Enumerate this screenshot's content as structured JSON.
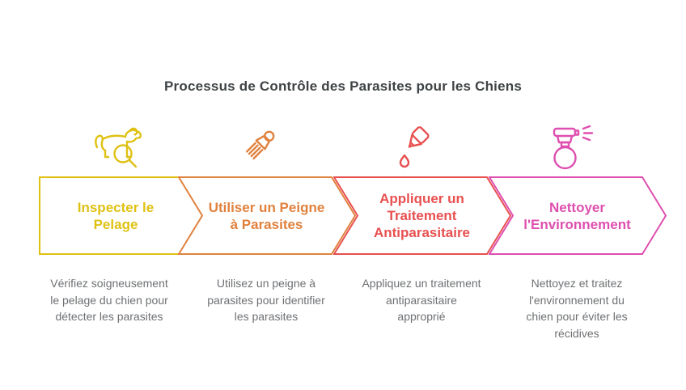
{
  "title": "Processus de Contrôle des Parasites pour les Chiens",
  "colors": {
    "title": "#3F4345",
    "description": "#6E7073",
    "background": "#FFFFFF",
    "step_yellow": "#DFC113",
    "step_orange": "#E0813D",
    "step_red": "#E85050",
    "step_pink": "#DE4FAF"
  },
  "steps": [
    {
      "label": "Inspecter le Pelage",
      "description": "Vérifiez soigneusement le pelage du chien pour détecter les parasites",
      "color": "#DFC113",
      "icon": "dog-with-magnifier-icon"
    },
    {
      "label": "Utiliser un Peigne à Parasites",
      "description": "Utilisez un peigne à parasites pour identifier les parasites",
      "color": "#E0813D",
      "icon": "flea-comb-icon"
    },
    {
      "label": "Appliquer un Traitement Antiparasitaire",
      "description": "Appliquez un traitement antiparasitaire approprié",
      "color": "#E85050",
      "icon": "dropper-bottle-icon"
    },
    {
      "label": "Nettoyer l'Environnement",
      "description": "Nettoyez et traitez l'environnement du chien pour éviter les récidives",
      "color": "#DE4FAF",
      "icon": "spray-bottle-icon"
    }
  ]
}
